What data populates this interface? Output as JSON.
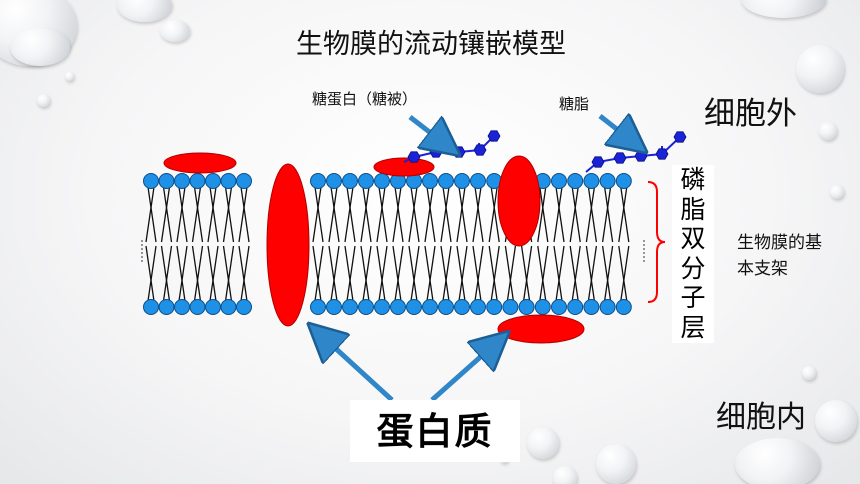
{
  "title": "生物膜的流动镶嵌模型",
  "labels": {
    "glycoprotein": "糖蛋白（糖被）",
    "glycolipid": "糖脂",
    "outside": "细胞外",
    "inside": "细胞内",
    "bilayer": "磷脂双分子层",
    "framework": "生物膜的基本支架",
    "protein": "蛋白质"
  },
  "colors": {
    "head": "#1e90e6",
    "protein": "#ff0000",
    "sugar": "#1a23d8",
    "arrow": "#2f86c8",
    "bracket": "#ff0000"
  }
}
